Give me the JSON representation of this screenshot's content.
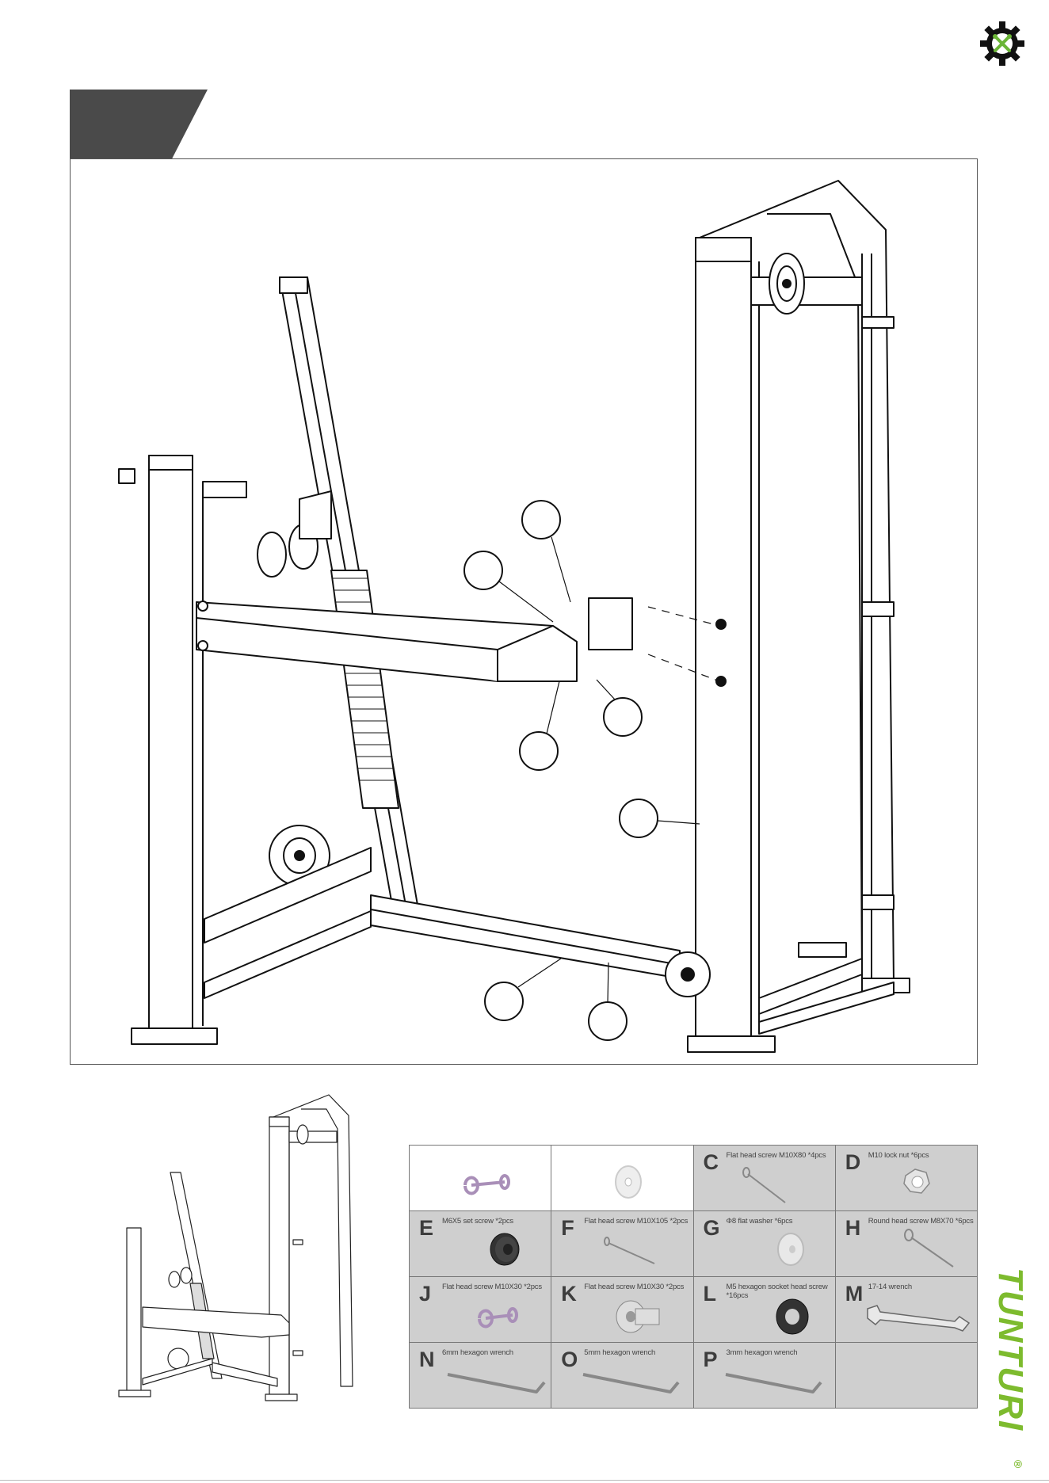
{
  "brand": {
    "name": "TUNTURI",
    "reg_mark": "®",
    "color": "#7dbb2e"
  },
  "step_tab": {
    "color": "#4a4a4a"
  },
  "parts": [
    {
      "letter": "",
      "desc": "",
      "icon": "bolt-pin"
    },
    {
      "letter": "",
      "desc": "",
      "icon": "flat-washer"
    },
    {
      "letter": "C",
      "desc": "Flat head screw M10X80 *4pcs",
      "icon": "long-screw"
    },
    {
      "letter": "D",
      "desc": "M10 lock nut *6pcs",
      "icon": "lock-nut"
    },
    {
      "letter": "E",
      "desc": "M6X5 set screw *2pcs",
      "icon": "set-screw"
    },
    {
      "letter": "F",
      "desc": "Flat head screw M10X105 *2pcs",
      "icon": "long-screw"
    },
    {
      "letter": "G",
      "desc": "Φ8 flat washer *6pcs",
      "icon": "flat-washer"
    },
    {
      "letter": "H",
      "desc": "Round head screw M8X70 *6pcs",
      "icon": "round-screw"
    },
    {
      "letter": "J",
      "desc": "Flat head screw M10X30 *2pcs",
      "icon": "bolt-pin"
    },
    {
      "letter": "K",
      "desc": "Flat head screw M10X30 *2pcs",
      "icon": "socket-screw"
    },
    {
      "letter": "L",
      "desc": "M5 hexagon socket head screw *16pcs",
      "icon": "ring"
    },
    {
      "letter": "M",
      "desc": "17-14 wrench",
      "icon": "wrench"
    },
    {
      "letter": "N",
      "desc": "6mm hexagon wrench",
      "icon": "hex-key"
    },
    {
      "letter": "O",
      "desc": "5mm hexagon wrench",
      "icon": "hex-key"
    },
    {
      "letter": "P",
      "desc": "3mm hexagon wrench",
      "icon": "hex-key"
    },
    {
      "letter": "",
      "desc": "",
      "icon": "none"
    }
  ]
}
